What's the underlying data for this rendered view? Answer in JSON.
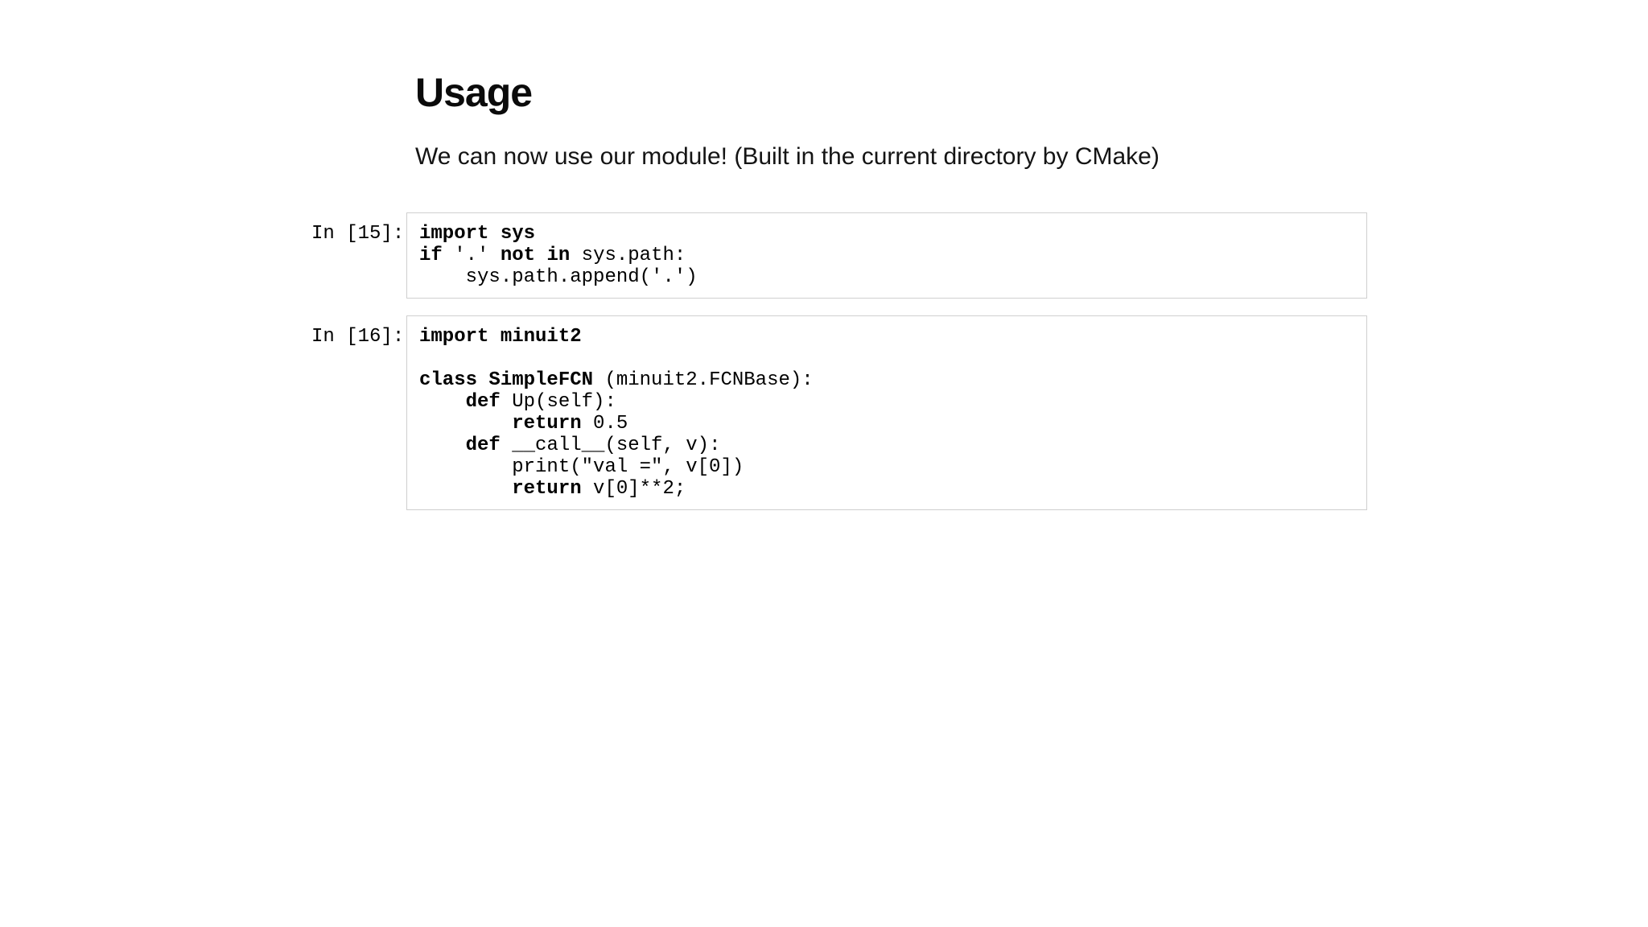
{
  "page": {
    "title": "Usage",
    "subtitle": "We can now use our module! (Built in the current directory by CMake)"
  },
  "style": {
    "cell_border_color": "#cfcfcf",
    "code_text_color": "#000000",
    "background_color": "#ffffff"
  },
  "cells": [
    {
      "prompt": "In [15]:",
      "lines": [
        [
          {
            "text": "import sys",
            "bold": true
          }
        ],
        [
          {
            "text": "if",
            "bold": true
          },
          {
            "text": " '.' ",
            "bold": false
          },
          {
            "text": "not",
            "bold": true
          },
          {
            "text": " ",
            "bold": false
          },
          {
            "text": "in",
            "bold": true
          },
          {
            "text": " sys.path:",
            "bold": false
          }
        ],
        [
          {
            "text": "    sys.path.append('.')",
            "bold": false
          }
        ]
      ]
    },
    {
      "prompt": "In [16]:",
      "lines": [
        [
          {
            "text": "import minuit2",
            "bold": true
          }
        ],
        [
          {
            "text": "",
            "bold": false
          }
        ],
        [
          {
            "text": "class",
            "bold": true
          },
          {
            "text": " ",
            "bold": false
          },
          {
            "text": "SimpleFCN",
            "bold": true
          },
          {
            "text": " (minuit2.FCNBase):",
            "bold": false
          }
        ],
        [
          {
            "text": "    ",
            "bold": false
          },
          {
            "text": "def",
            "bold": true
          },
          {
            "text": " Up(self):",
            "bold": false
          }
        ],
        [
          {
            "text": "        ",
            "bold": false
          },
          {
            "text": "return",
            "bold": true
          },
          {
            "text": " 0.5",
            "bold": false
          }
        ],
        [
          {
            "text": "    ",
            "bold": false
          },
          {
            "text": "def",
            "bold": true
          },
          {
            "text": " __call__(self, v):",
            "bold": false
          }
        ],
        [
          {
            "text": "        print(\"val =\", v[0])",
            "bold": false
          }
        ],
        [
          {
            "text": "        ",
            "bold": false
          },
          {
            "text": "return",
            "bold": true
          },
          {
            "text": " v[0]**2;",
            "bold": false
          }
        ]
      ]
    }
  ]
}
